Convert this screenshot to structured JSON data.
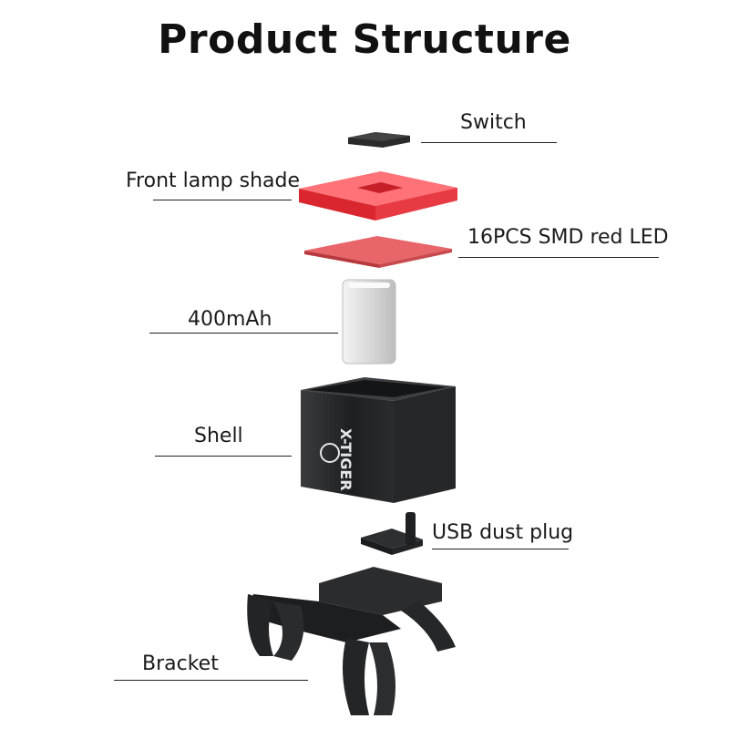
{
  "title": "Product Structure",
  "brand": {
    "logo_text": "X-TIGER"
  },
  "parts": [
    {
      "key": "switch",
      "label": "Switch"
    },
    {
      "key": "front-lamp-shade",
      "label": "Front lamp shade"
    },
    {
      "key": "led",
      "label": "16PCS SMD red LED"
    },
    {
      "key": "battery",
      "label": "400mAh"
    },
    {
      "key": "shell",
      "label": "Shell"
    },
    {
      "key": "usb-dust-plug",
      "label": "USB dust plug"
    },
    {
      "key": "bracket",
      "label": "Bracket"
    }
  ],
  "colors": {
    "lamp_red": "#e8323c",
    "shell_black": "#1e1f21",
    "pcb_red": "#e45a5f"
  }
}
